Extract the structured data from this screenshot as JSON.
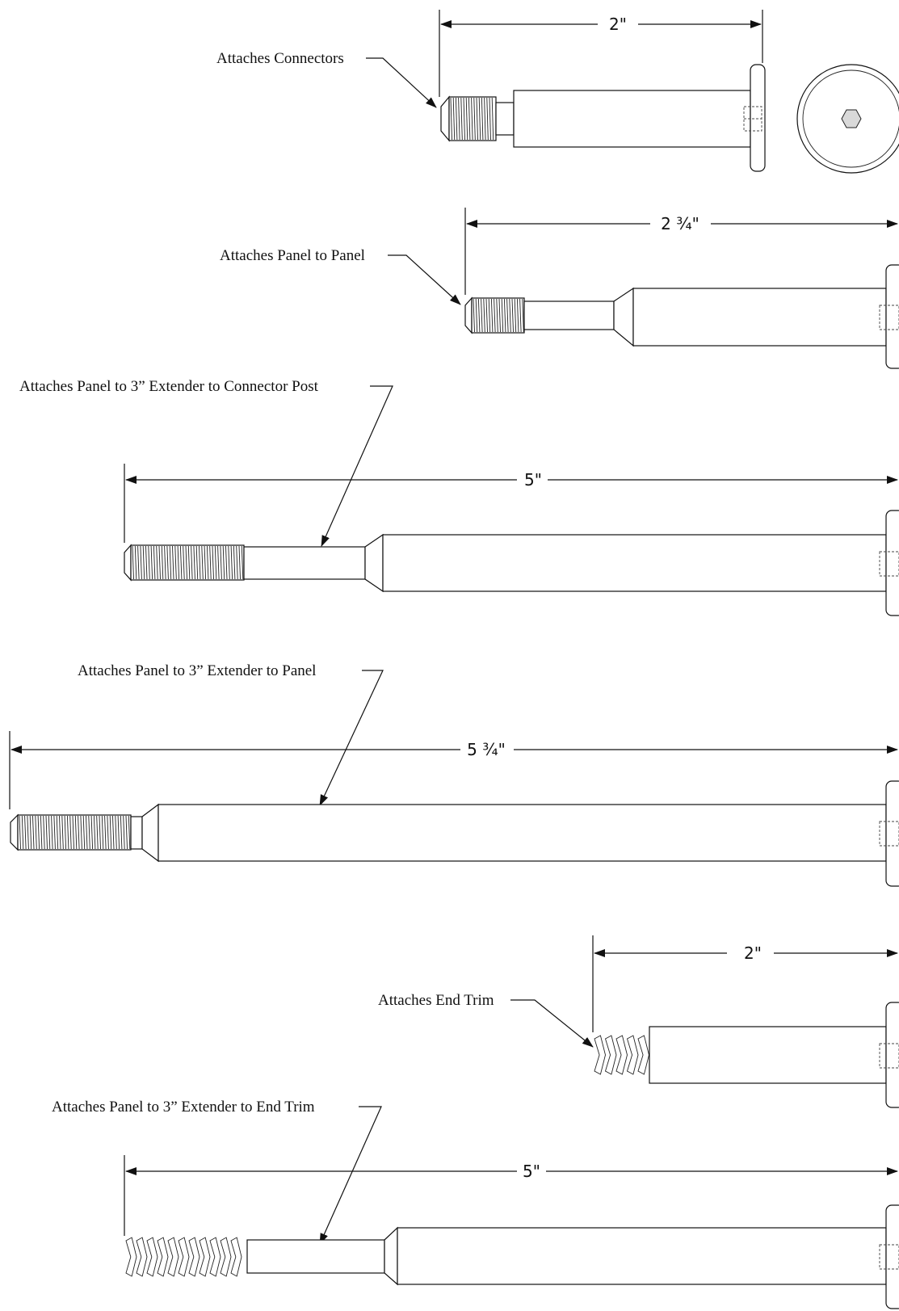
{
  "bolts": [
    {
      "id": "connector-bolt",
      "callout": "Attaches Connectors",
      "dimension": "2\"",
      "thread": "fine"
    },
    {
      "id": "panel-to-panel-bolt",
      "callout": "Attaches Panel to Panel",
      "dimension": "2 ¾\"",
      "thread": "fine"
    },
    {
      "id": "extender-connector-post-bolt",
      "callout": "Attaches Panel to 3” Extender to Connector Post",
      "dimension": "5\"",
      "thread": "fine"
    },
    {
      "id": "extender-panel-bolt",
      "callout": "Attaches Panel to 3” Extender to Panel",
      "dimension": "5 ¾\"",
      "thread": "fine"
    },
    {
      "id": "end-trim-bolt",
      "callout": "Attaches End Trim",
      "dimension": "2\"",
      "thread": "coarse"
    },
    {
      "id": "extender-end-trim-bolt",
      "callout": "Attaches Panel to 3” Extender to End Trim",
      "dimension": "5\"",
      "thread": "coarse"
    }
  ],
  "icons": {
    "end_view": "hex-socket-end-view-icon"
  },
  "colors": {
    "line": "#111111",
    "background": "#ffffff",
    "hex_fill": "#d9d9d9"
  }
}
